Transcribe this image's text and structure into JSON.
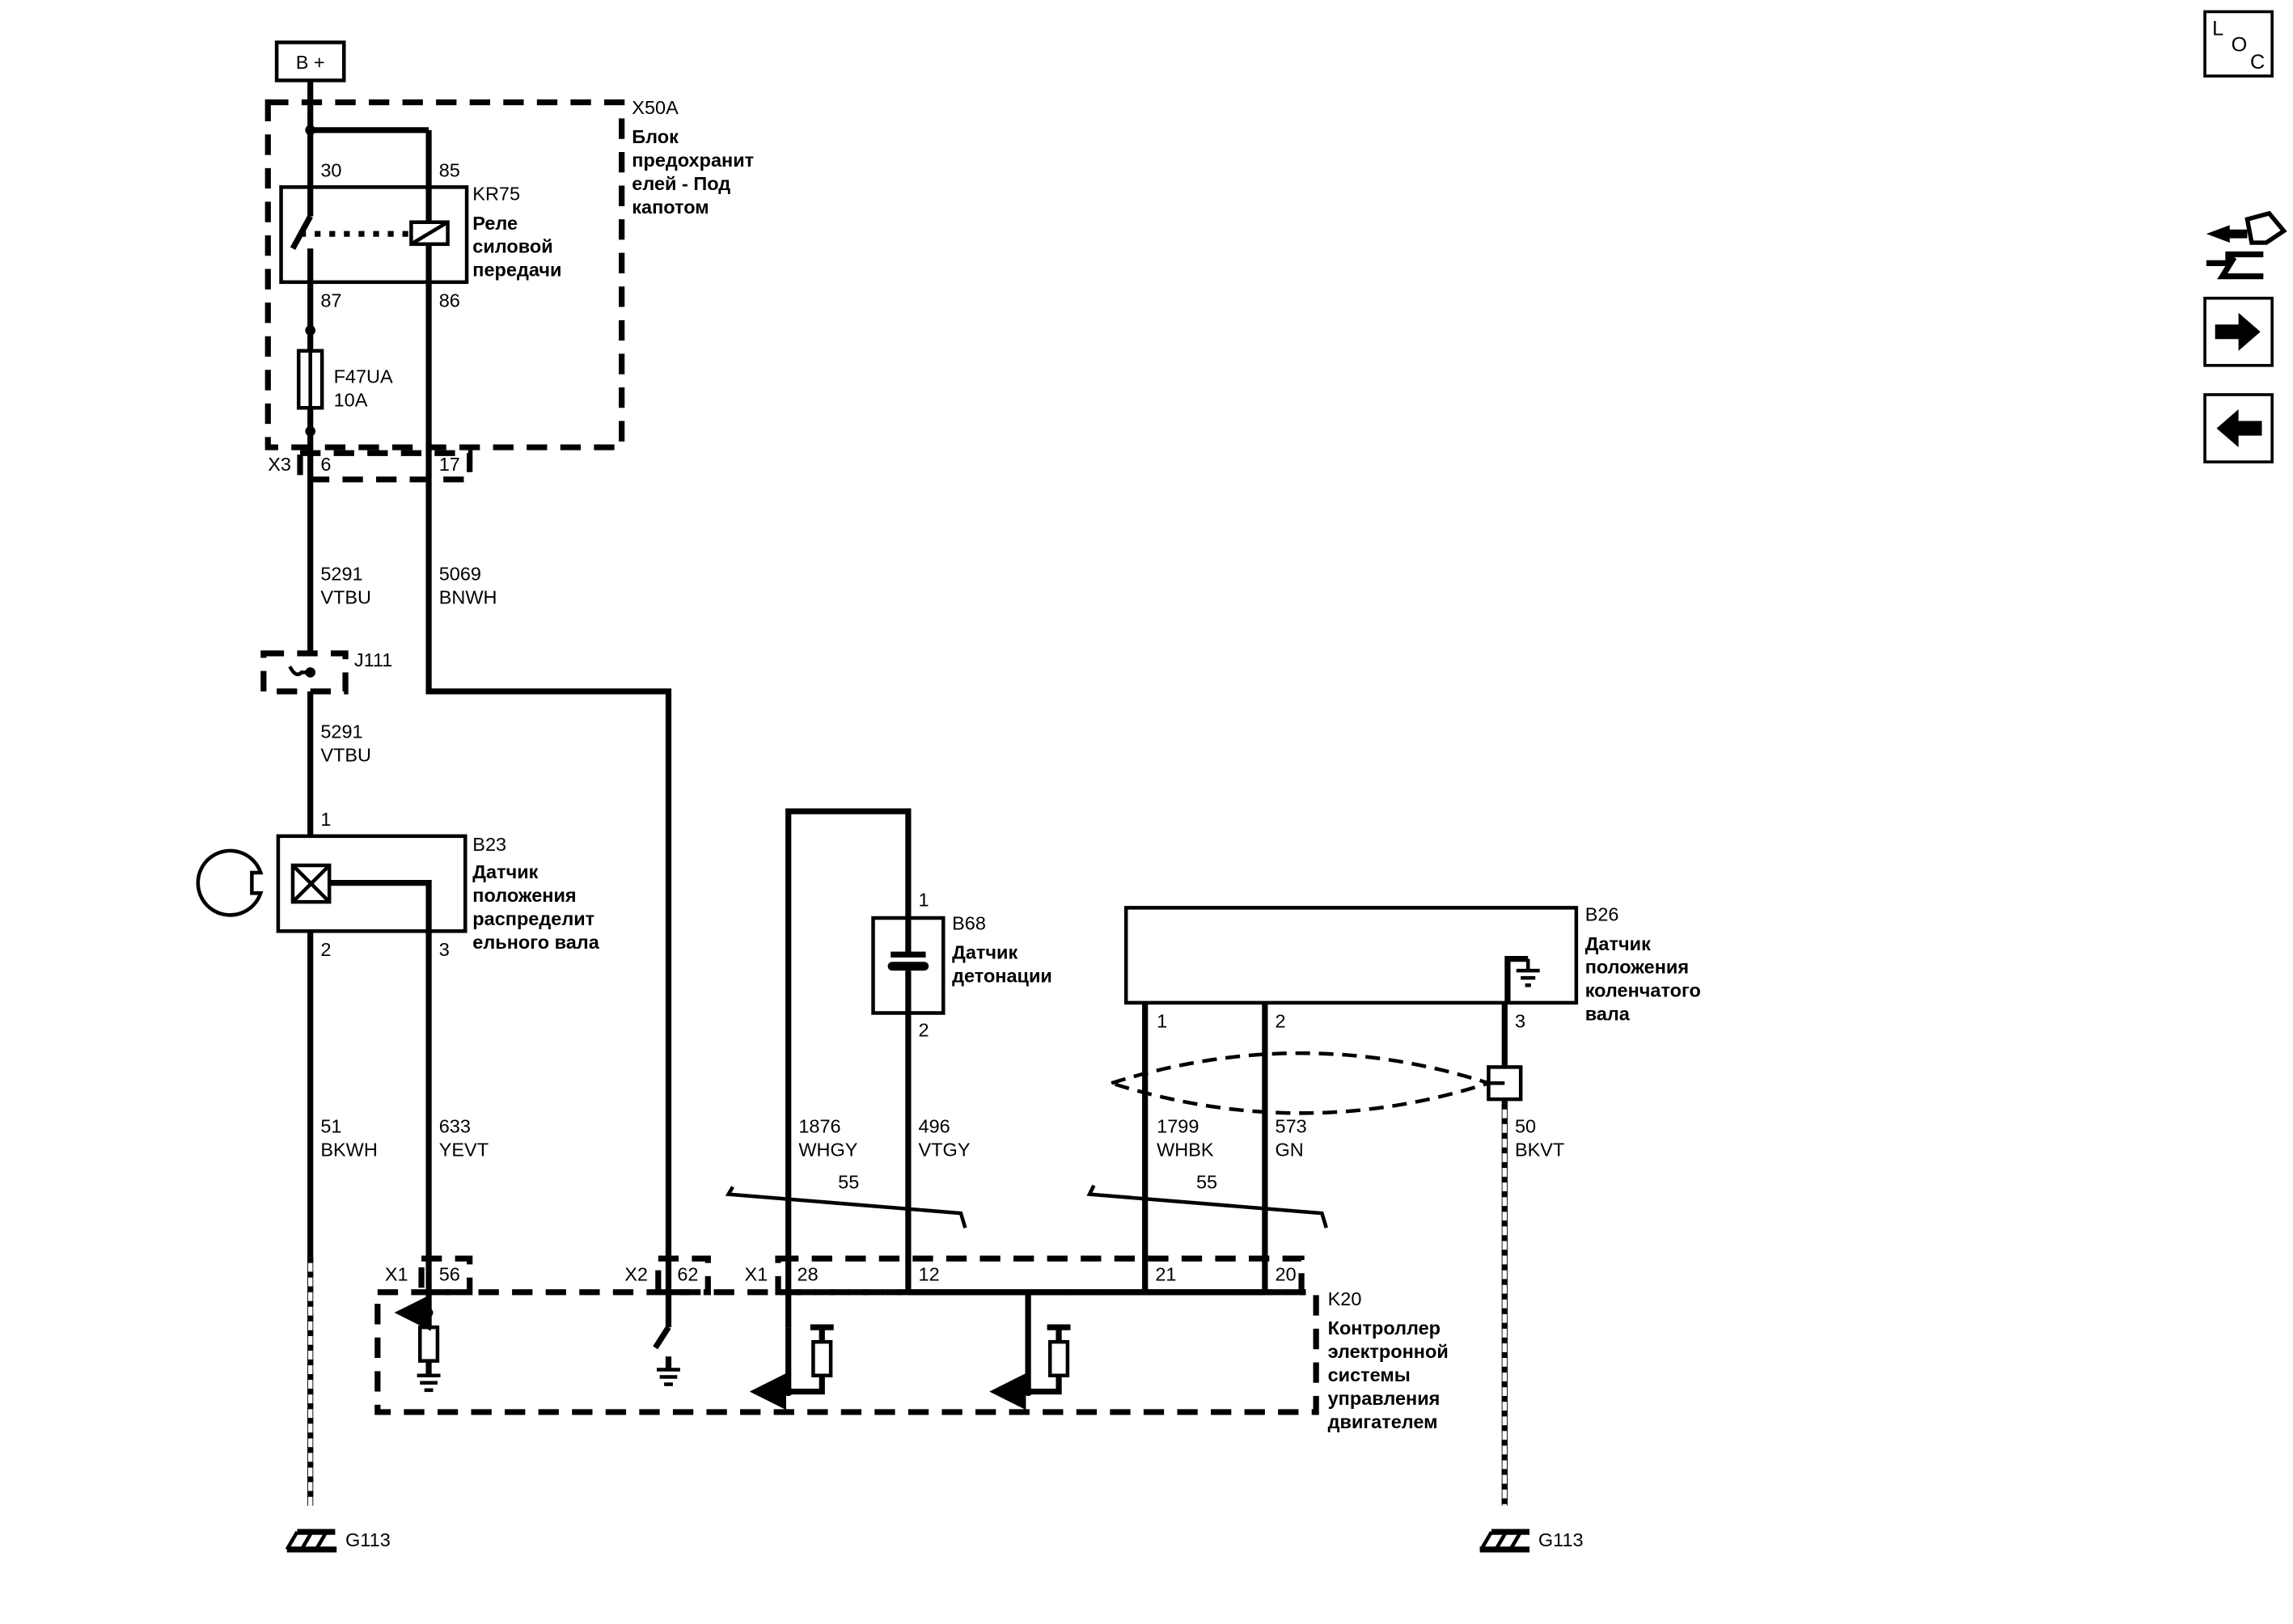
{
  "power": {
    "label": "B +"
  },
  "fuse_block": {
    "id": "X50A",
    "name": [
      "Блок",
      "предохранит",
      "елей - Под",
      "капотом"
    ]
  },
  "relay": {
    "id": "KR75",
    "name": [
      "Реле",
      "силовой",
      "передачи"
    ],
    "pins": [
      "30",
      "85",
      "87",
      "86"
    ]
  },
  "fuse": {
    "id": "F47UA",
    "rating": "10A"
  },
  "connector_x3": {
    "id": "X3",
    "pins": [
      "6",
      "17"
    ]
  },
  "wires": {
    "w5291a": {
      "circuit": "5291",
      "color": "VTBU"
    },
    "w5069": {
      "circuit": "5069",
      "color": "BNWH"
    },
    "w5291b": {
      "circuit": "5291",
      "color": "VTBU"
    },
    "w51": {
      "circuit": "51",
      "color": "BKWH"
    },
    "w633": {
      "circuit": "633",
      "color": "YEVT"
    },
    "w1876": {
      "circuit": "1876",
      "color": "WHGY"
    },
    "w496": {
      "circuit": "496",
      "color": "VTGY"
    },
    "w1799": {
      "circuit": "1799",
      "color": "WHBK"
    },
    "w573": {
      "circuit": "573",
      "color": "GN"
    },
    "w50": {
      "circuit": "50",
      "color": "BKVT"
    }
  },
  "splice": {
    "id": "J111"
  },
  "camshaft_sensor": {
    "id": "B23",
    "name": [
      "Датчик",
      "положения",
      "распределит",
      "ельного вала"
    ],
    "pins": [
      "1",
      "2",
      "3"
    ]
  },
  "knock_sensor": {
    "id": "B68",
    "name": [
      "Датчик",
      "детонации"
    ],
    "pins": [
      "1",
      "2"
    ]
  },
  "crank_sensor": {
    "id": "B26",
    "name": [
      "Датчик",
      "положения",
      "коленчатого",
      "вала"
    ],
    "pins": [
      "1",
      "2",
      "3"
    ]
  },
  "twist_pairs": [
    "55",
    "55"
  ],
  "ecm": {
    "id": "K20",
    "name": [
      "Контроллер",
      "электронной",
      "системы",
      "управления",
      "двигателем"
    ],
    "connectors": [
      {
        "id": "X1",
        "pin": "56"
      },
      {
        "id": "X2",
        "pin": "62"
      },
      {
        "id": "X1",
        "pins": [
          "28",
          "12",
          "21",
          "20"
        ]
      }
    ]
  },
  "grounds": [
    "G113",
    "G113"
  ],
  "sidebar": {
    "loc_label": [
      "L",
      "O",
      "C"
    ],
    "buttons": [
      "connector-view-icon",
      "arrow-right-icon",
      "arrow-left-icon"
    ]
  }
}
